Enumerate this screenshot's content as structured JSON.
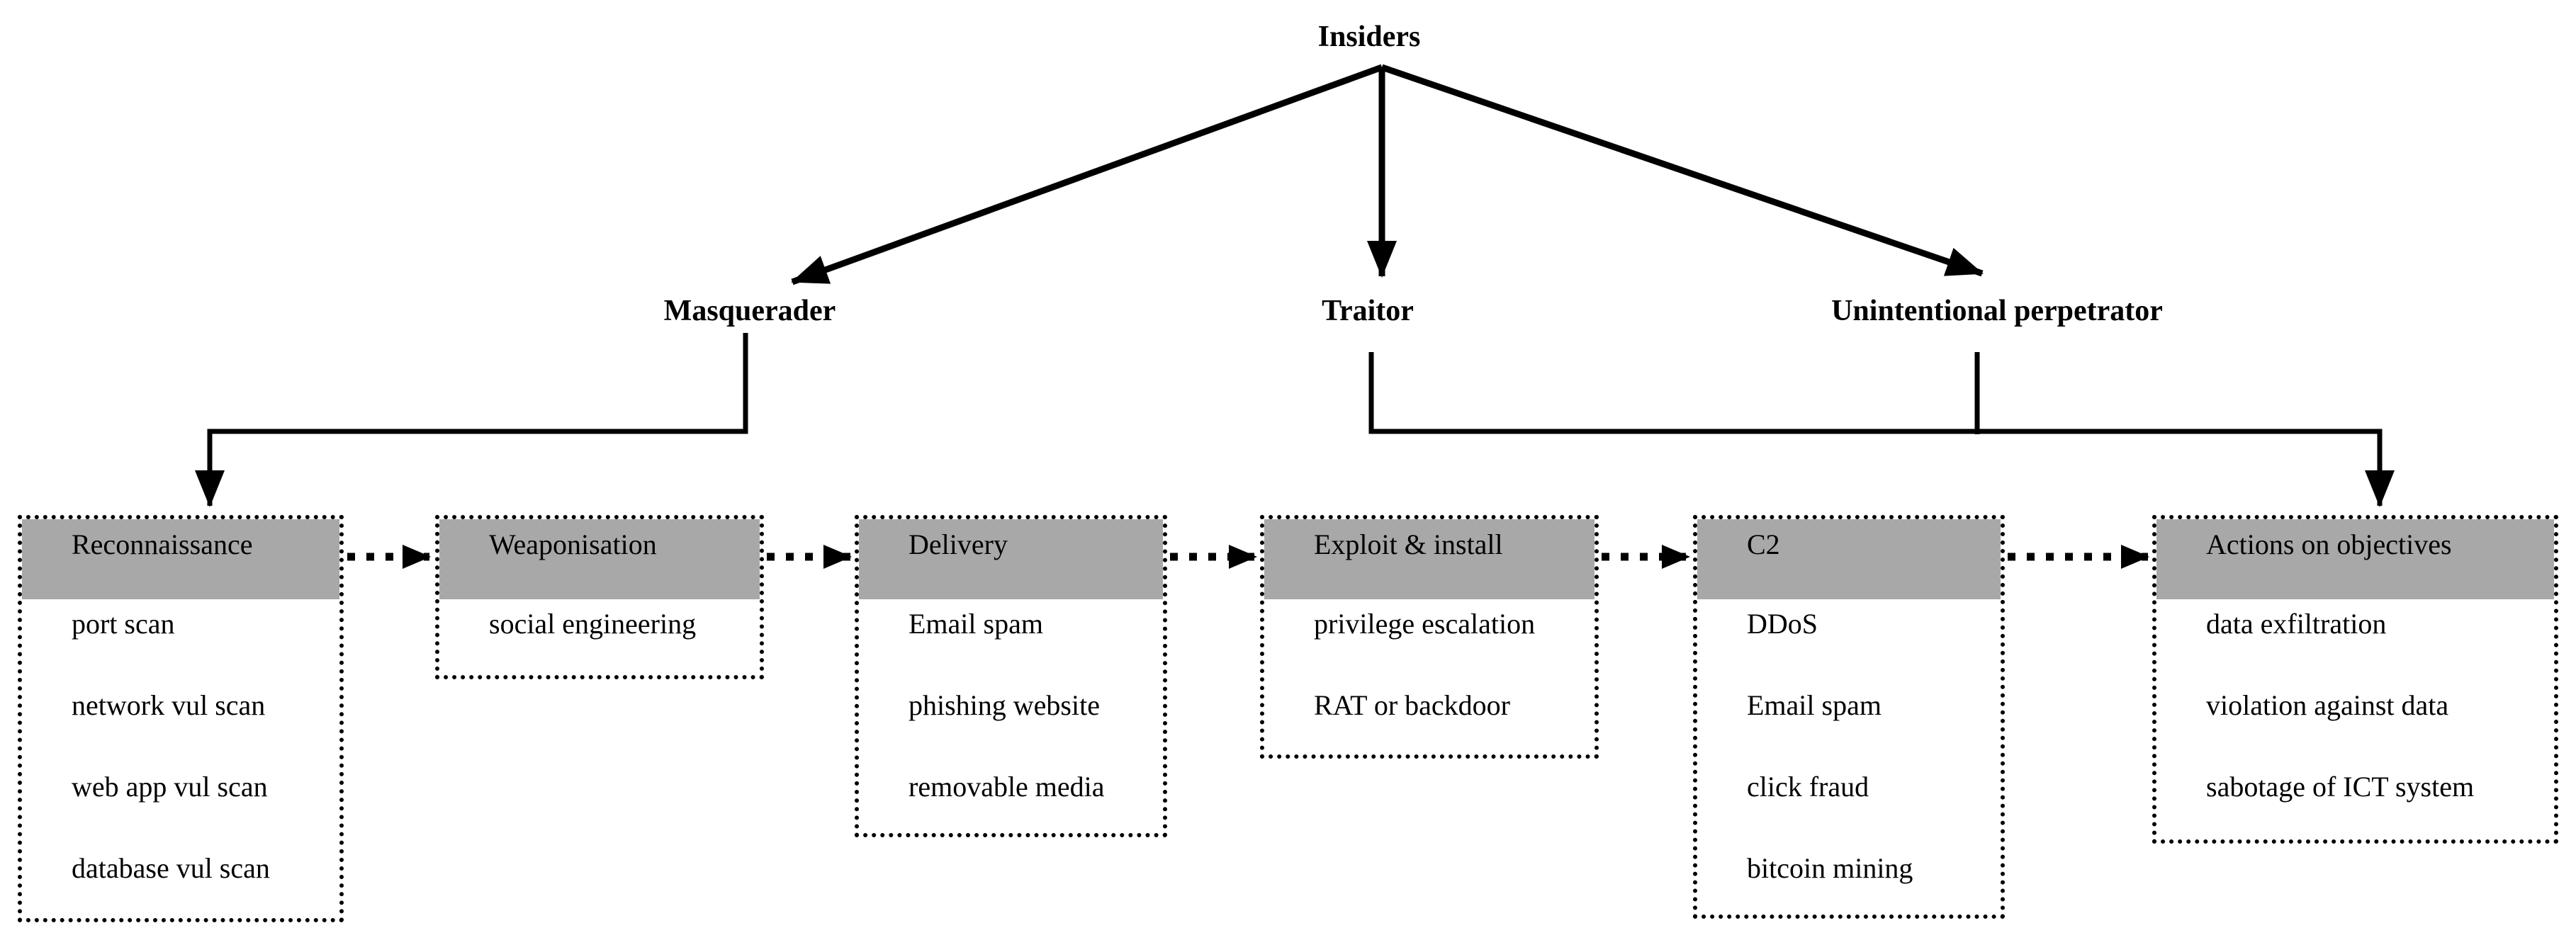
{
  "diagram": {
    "root": "Insiders",
    "actors": [
      {
        "label": "Masquerader"
      },
      {
        "label": "Traitor"
      },
      {
        "label": "Unintentional perpetrator"
      }
    ],
    "stages": [
      {
        "title": "Reconnaissance",
        "items": [
          "port scan",
          "network vul scan",
          "web app vul scan",
          "database vul scan"
        ]
      },
      {
        "title": "Weaponisation",
        "items": [
          "social engineering"
        ]
      },
      {
        "title": "Delivery",
        "items": [
          "Email spam",
          "phishing website",
          "removable media"
        ]
      },
      {
        "title": "Exploit & install",
        "items": [
          "privilege escalation",
          "RAT or backdoor"
        ]
      },
      {
        "title": "C2",
        "items": [
          "DDoS",
          "Email spam",
          "click fraud",
          "bitcoin mining"
        ]
      },
      {
        "title": "Actions on objectives",
        "items": [
          "data exfiltration",
          "violation against data",
          "sabotage of ICT system"
        ]
      }
    ],
    "colors": {
      "header_bg": "#a8a8a8",
      "line": "#000000",
      "text": "#000000",
      "background": "#ffffff"
    }
  }
}
